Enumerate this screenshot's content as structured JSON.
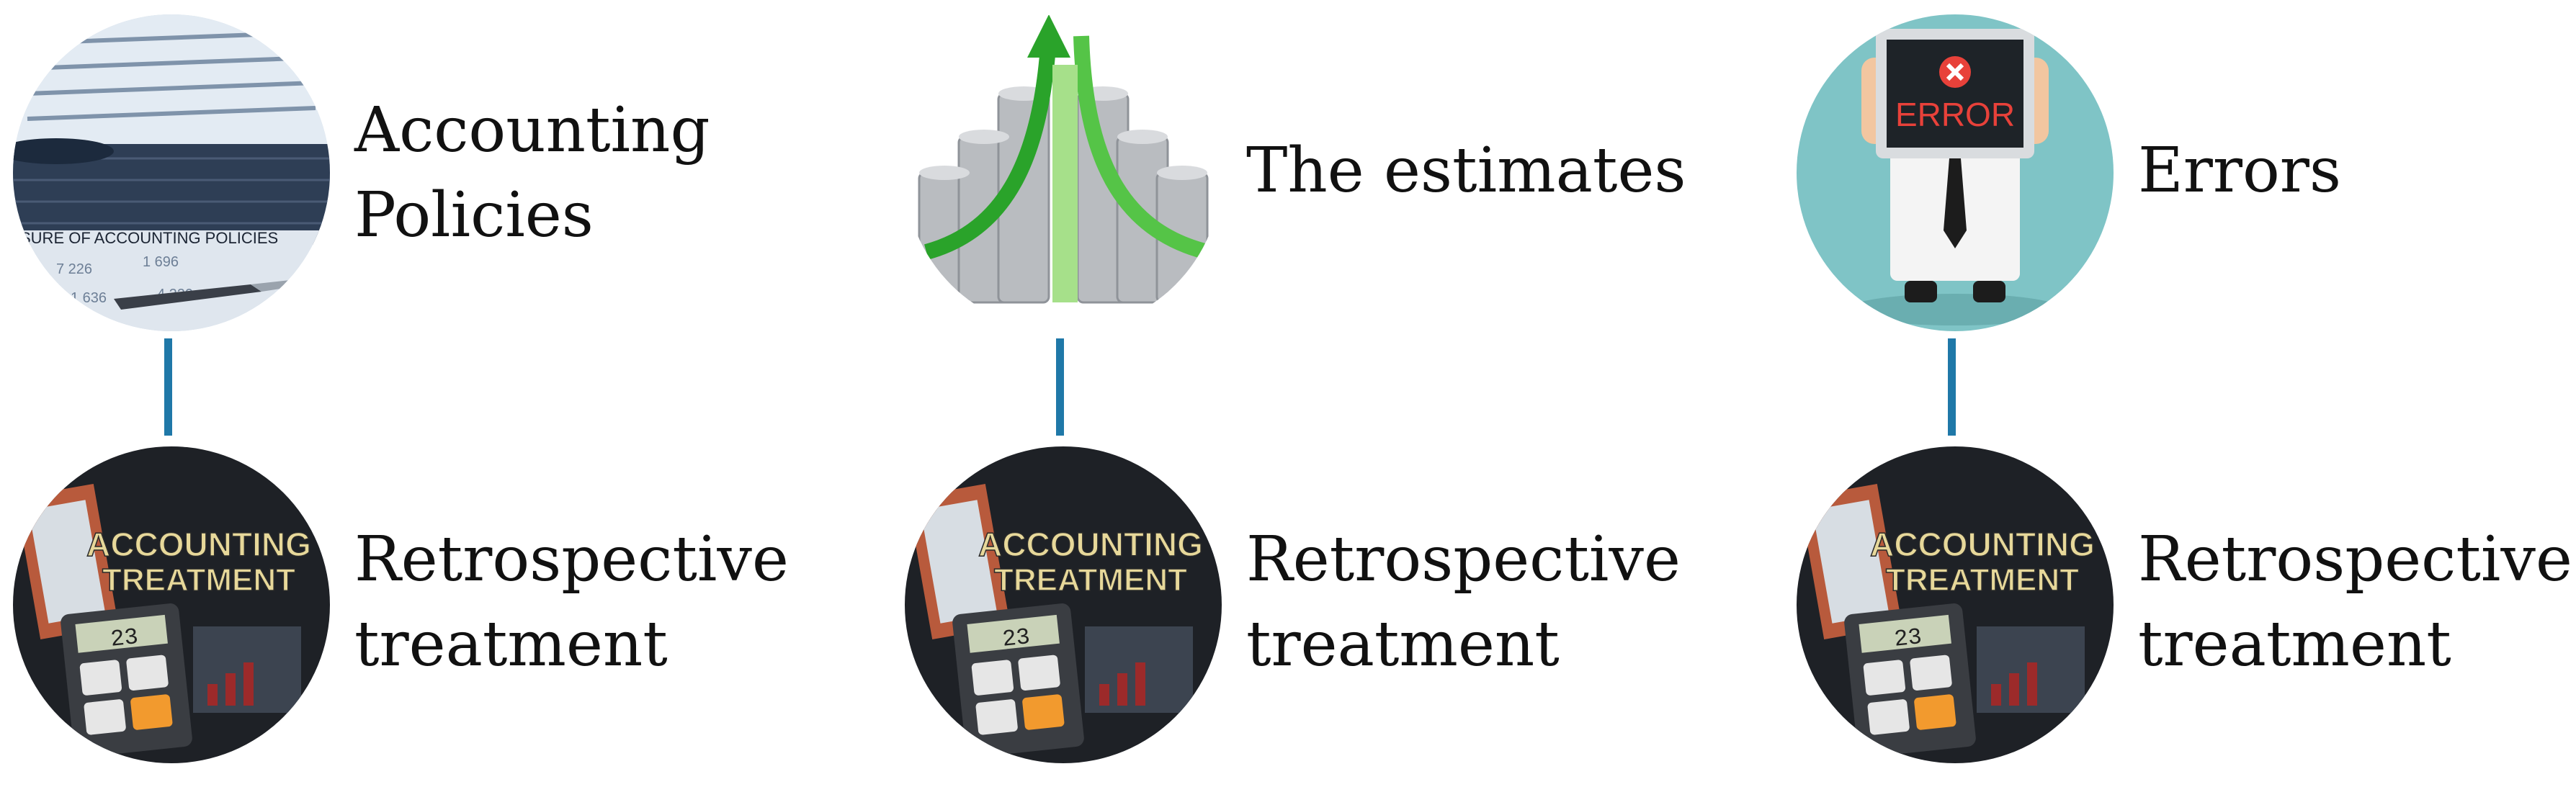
{
  "columns": [
    {
      "top": {
        "line1": "Accounting",
        "line2": "Policies",
        "image_text": "SURE OF ACCOUNTING POLICIES"
      },
      "bottom": {
        "line1": "Retrospective",
        "line2": "treatment",
        "image_text_1": "ACCOUNTING",
        "image_text_2": "TREATMENT",
        "calc_display": "23"
      }
    },
    {
      "top": {
        "line1": "The estimates"
      },
      "bottom": {
        "line1": "Retrospective",
        "line2": "treatment",
        "image_text_1": "ACCOUNTING",
        "image_text_2": "TREATMENT",
        "calc_display": "23"
      }
    },
    {
      "top": {
        "line1": "Errors",
        "image_text": "ERROR"
      },
      "bottom": {
        "line1": "Retrospective",
        "line2": "treatment",
        "image_text_1": "ACCOUNTING",
        "image_text_2": "TREATMENT",
        "calc_display": "23"
      }
    }
  ],
  "colors": {
    "connector": "#1f78a8",
    "label_text": "#111111",
    "error_red": "#e8413a",
    "arrow_green": "#2aa32a",
    "teal": "#7fc4c6"
  }
}
